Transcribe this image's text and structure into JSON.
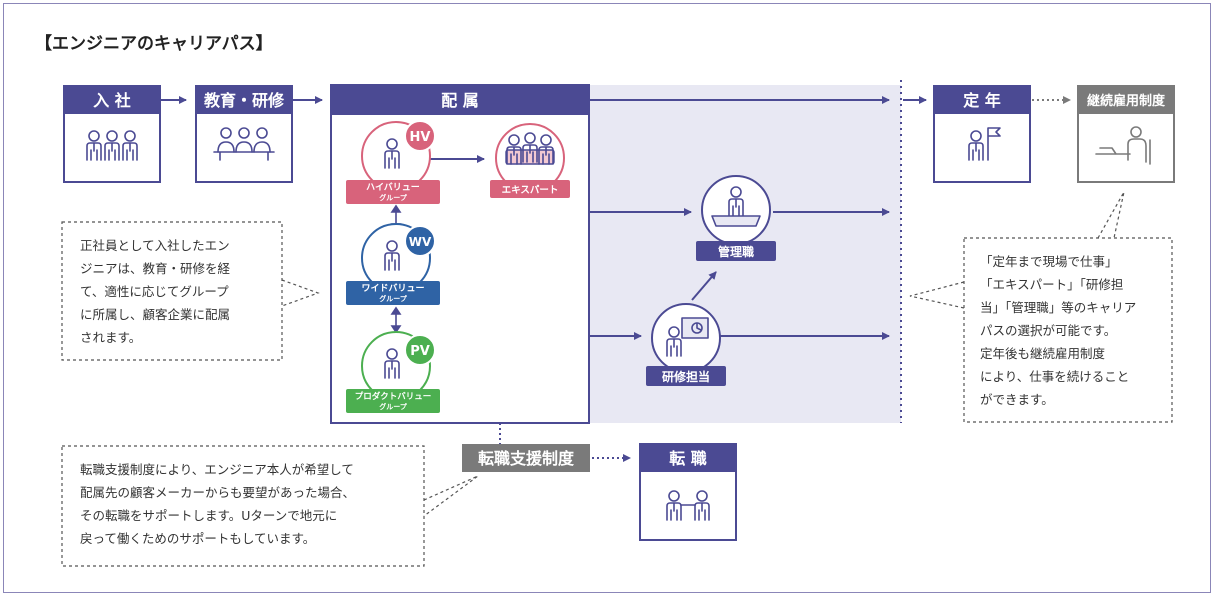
{
  "title": "【エンジニアのキャリアパス】",
  "colors": {
    "navy": "#4b4a93",
    "gray": "#7a7a7a",
    "panel": "#e8e8f3",
    "hv": "#d8637b",
    "wv": "#2f63a5",
    "pv": "#4caf50"
  },
  "stages": {
    "join": "入 社",
    "training": "教育・研修",
    "assignment": "配 属",
    "retirement": "定 年",
    "reemployment": "継続雇用制度",
    "career_change": "転 職",
    "career_support": "転職支援制度"
  },
  "groups": {
    "hv": {
      "badge": "HV",
      "label_line1": "ハイバリュー",
      "label_line2": "グループ"
    },
    "wv": {
      "badge": "WV",
      "label_line1": "ワイドバリュー",
      "label_line2": "グループ"
    },
    "pv": {
      "badge": "PV",
      "label_line1": "プロダクトバリュー",
      "label_line2": "グループ"
    }
  },
  "roles": {
    "expert": "エキスパート",
    "manager": "管理職",
    "trainer": "研修担当"
  },
  "notes": {
    "left": [
      "正社員として入社したエン",
      "ジニアは、教育・研修を経",
      "て、適性に応じてグループ",
      "に所属し、顧客企業に配属",
      "されます。"
    ],
    "right": [
      "「定年まで現場で仕事」",
      "「エキスパート」「研修担",
      "当」「管理職」等のキャリア",
      "パスの選択が可能です。",
      "定年後も継続雇用制度",
      "により、仕事を続けること",
      "ができます。"
    ],
    "bottom": [
      "転職支援制度により、エンジニア本人が希望して",
      "配属先の顧客メーカーからも要望があった場合、",
      "その転職をサポートします。Uターンで地元に",
      "戻って働くためのサポートもしています。"
    ]
  }
}
